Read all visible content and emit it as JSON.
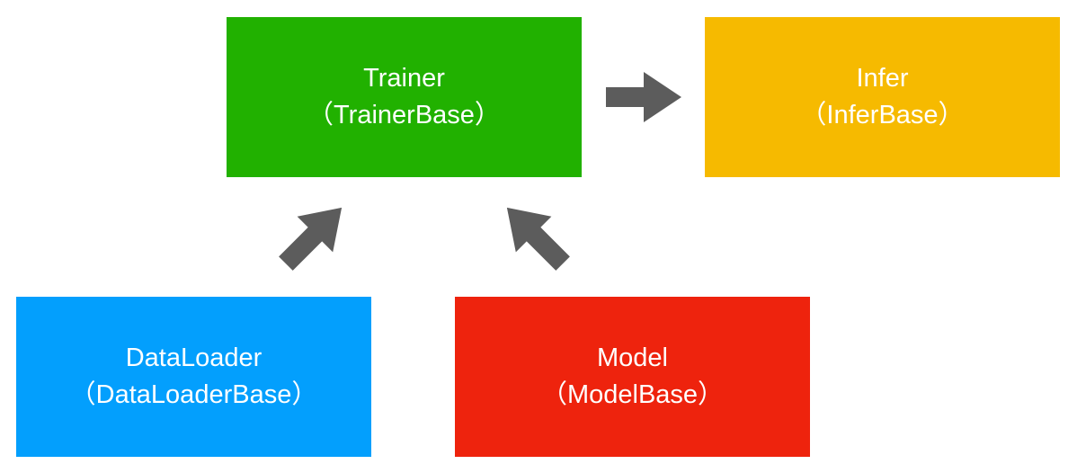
{
  "colors": {
    "trainer": "#21b100",
    "infer": "#f6ba00",
    "dataloader": "#039ffd",
    "model": "#ee230d",
    "arrow": "#5c5c5c"
  },
  "nodes": {
    "trainer": {
      "title": "Trainer",
      "subtitle": "（TrainerBase）"
    },
    "infer": {
      "title": "Infer",
      "subtitle": "（InferBase）"
    },
    "dataloader": {
      "title": "DataLoader",
      "subtitle": "（DataLoaderBase）"
    },
    "model": {
      "title": "Model",
      "subtitle": "（ModelBase）"
    }
  },
  "edges": [
    {
      "from": "trainer",
      "to": "infer"
    },
    {
      "from": "dataloader",
      "to": "trainer"
    },
    {
      "from": "model",
      "to": "trainer"
    }
  ]
}
